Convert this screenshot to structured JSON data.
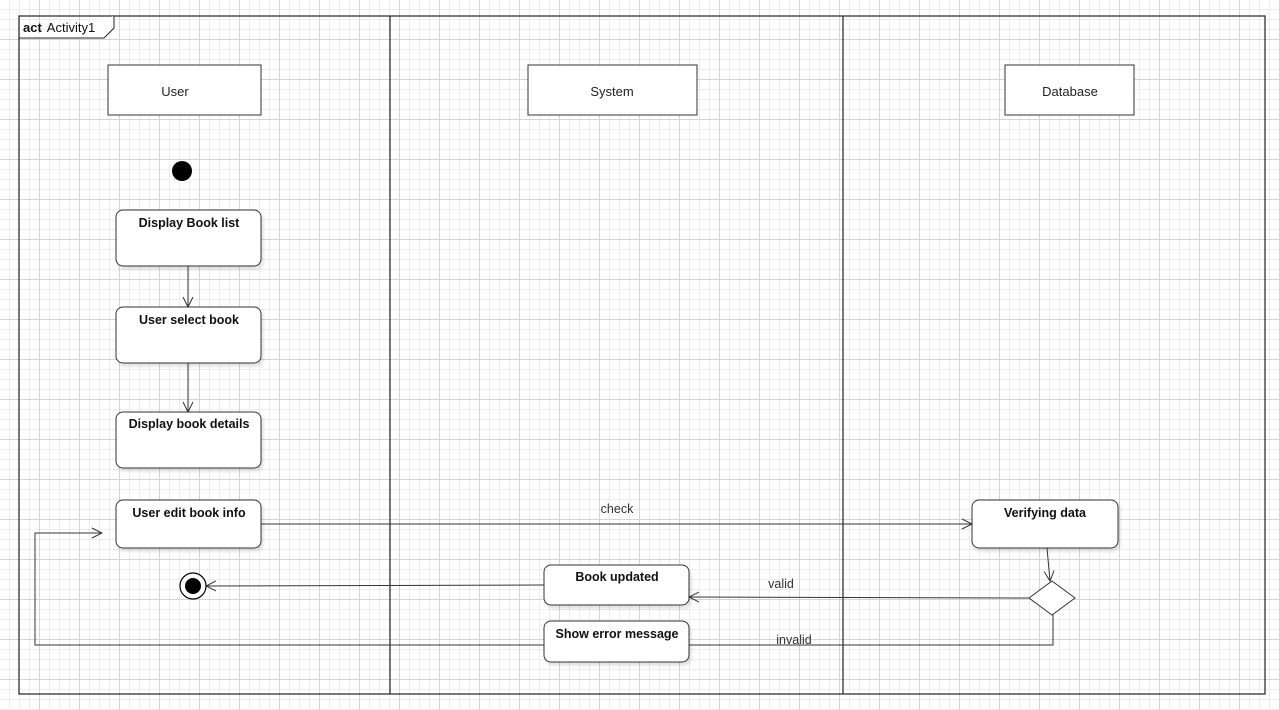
{
  "frame": {
    "keyword": "act",
    "name": "Activity1"
  },
  "lanes": [
    "User",
    "System",
    "Database"
  ],
  "activities": {
    "display_book_list": "Display Book list",
    "user_select_book": "User select book",
    "display_book_details": "Display book details",
    "user_edit_book_info": "User edit book info",
    "verifying_data": "Verifying data",
    "book_updated": "Book updated",
    "show_error_message": "Show error message"
  },
  "flows": {
    "check": "check",
    "valid": "valid",
    "invalid": "invalid"
  }
}
